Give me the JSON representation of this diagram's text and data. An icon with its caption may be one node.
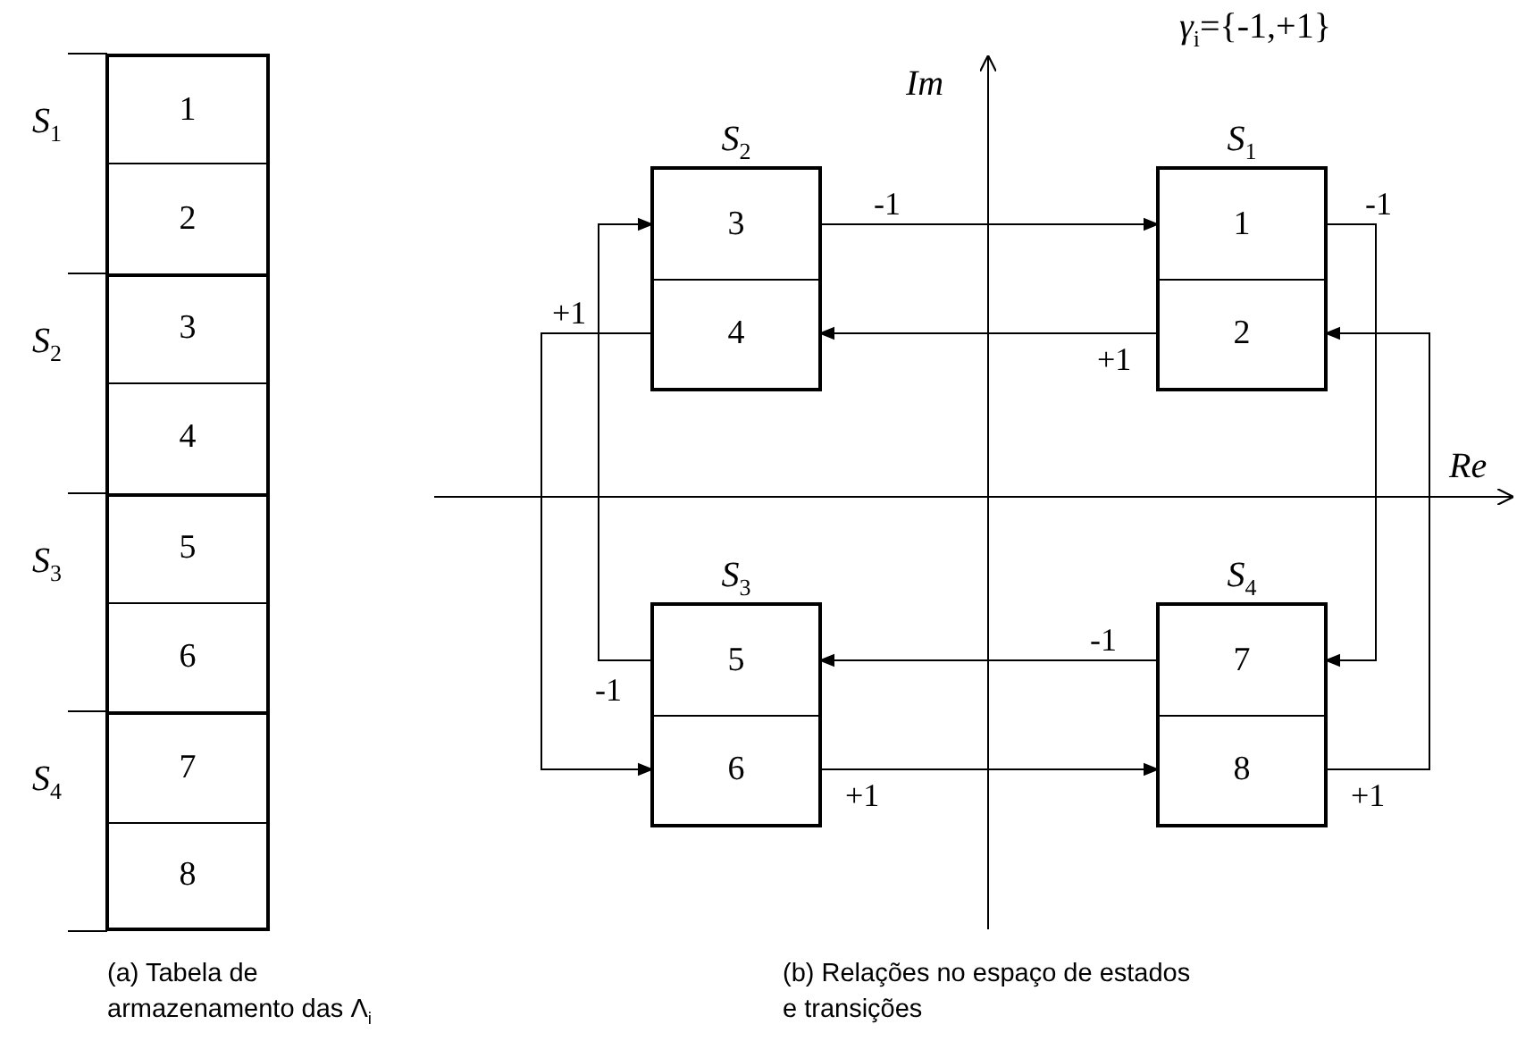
{
  "diagram": {
    "nodes": [
      {
        "text": [
          "1"
        ]
      },
      {
        "text": [
          "2"
        ]
      },
      {
        "text": [
          "3"
        ]
      },
      {
        "text": [
          "4"
        ]
      },
      {
        "text": [
          "5"
        ]
      },
      {
        "text": [
          "6"
        ]
      },
      {
        "text": [
          "7"
        ]
      },
      {
        "text": [
          "8"
        ]
      },
      {
        "text": [
          "S$_{2}$"
        ]
      },
      {
        "text": [
          "3"
        ],
        "in": 8
      },
      {
        "text": [
          "4"
        ],
        "in": 8
      },
      {
        "text": [
          "S$_{1}$"
        ]
      },
      {
        "text": [
          "1"
        ],
        "in": 11
      },
      {
        "text": [
          "2"
        ],
        "in": 11
      },
      {
        "text": [
          "S$_{3}$"
        ]
      },
      {
        "text": [
          "5"
        ],
        "in": 14
      },
      {
        "text": [
          "6"
        ],
        "in": 14
      },
      {
        "text": [
          "S$_{4}$"
        ]
      },
      {
        "text": [
          "7"
        ],
        "in": 17
      },
      {
        "text": [
          "8"
        ],
        "in": 17
      }
    ],
    "edges": [
      {
        "from": 9,
        "to": 12,
        "arrow": "to",
        "label": "-1"
      },
      {
        "from": 12,
        "to": 18,
        "arrow": "to",
        "label": "-1"
      },
      {
        "from": 13,
        "to": 10,
        "arrow": "to",
        "label": "+1"
      },
      {
        "from": 10,
        "to": 16,
        "arrow": "to",
        "label": "+1"
      },
      {
        "from": 18,
        "to": 15,
        "arrow": "to",
        "label": "-1"
      },
      {
        "from": 15,
        "to": 9,
        "arrow": "to",
        "label": "-1"
      },
      {
        "from": 16,
        "to": 19,
        "arrow": "to",
        "label": "+1"
      },
      {
        "from": 19,
        "to": 13,
        "arrow": "to",
        "label": "+1"
      }
    ],
    "labels": [
      "*γ*$_{i}$={-1,+1}",
      "Im",
      "Re",
      "S$_{1}$",
      "S$_{2}$",
      "S$_{3}$",
      "S$_{4}$",
      "(a) Tabela de armazenamento das Λ$_{i}$",
      "(b) Relações no espaço de estados e transições"
    ]
  }
}
